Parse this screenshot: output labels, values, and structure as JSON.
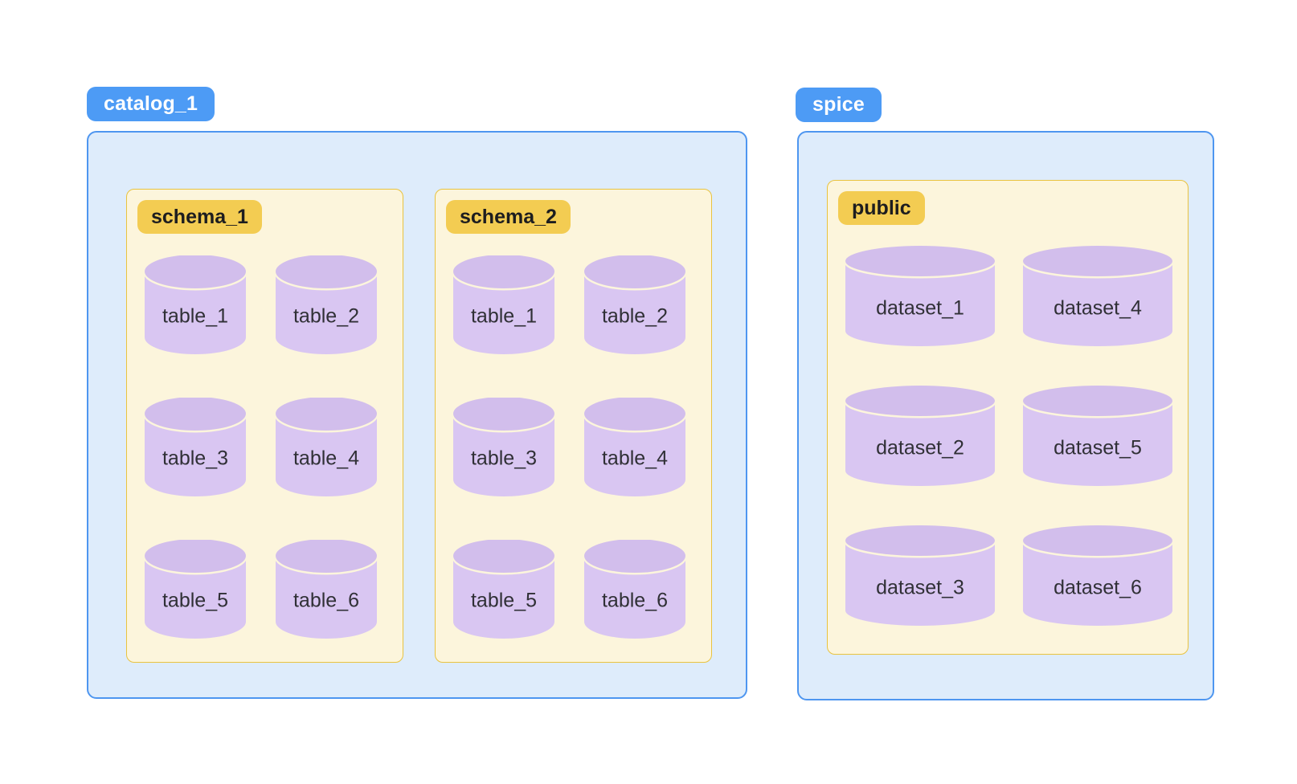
{
  "colors": {
    "badge_blue_bg": "#4D9BF5",
    "badge_blue_text": "#FFFFFF",
    "container_fill": "#DEECFB",
    "container_border": "#4E96F0",
    "section_fill": "#FCF5DC",
    "section_border": "#E9C33F",
    "badge_yellow_bg": "#F3CC52",
    "badge_yellow_text": "#1D1D1F",
    "cylinder_body": "#D9C6F2",
    "cylinder_top": "#D2BEEC",
    "cylinder_label_text": "#303036",
    "page_bg": "#FFFFFF"
  },
  "catalogs": [
    {
      "label": "catalog_1",
      "schemas": [
        {
          "label": "schema_1",
          "tables": [
            "table_1",
            "table_2",
            "table_3",
            "table_4",
            "table_5",
            "table_6"
          ]
        },
        {
          "label": "schema_2",
          "tables": [
            "table_1",
            "table_2",
            "table_3",
            "table_4",
            "table_5",
            "table_6"
          ]
        }
      ]
    },
    {
      "label": "spice",
      "schemas": [
        {
          "label": "public",
          "tables": [
            "dataset_1",
            "dataset_2",
            "dataset_3",
            "dataset_4",
            "dataset_5",
            "dataset_6"
          ]
        }
      ]
    }
  ]
}
